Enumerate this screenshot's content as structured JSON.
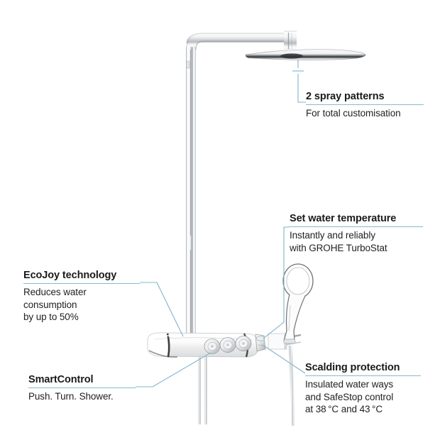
{
  "document": {
    "kind": "product-feature-diagram",
    "subject": "GROHE SmartControl shower system",
    "background_color": "#ffffff",
    "accent_color": "#7fb4cb",
    "heading_color": "#1a1a1a",
    "body_color": "#222222"
  },
  "product": {
    "parts": [
      {
        "name": "shower-head",
        "label": "overhead rain shower head"
      },
      {
        "name": "shower-arm",
        "label": "horizontal shower arm"
      },
      {
        "name": "riser-rail",
        "label": "vertical riser rail"
      },
      {
        "name": "thermostat-bar",
        "label": "SmartControl thermostat bar"
      },
      {
        "name": "control-button",
        "label": "push/turn control button",
        "count": 3
      },
      {
        "name": "temperature-knob",
        "label": "temperature control knob"
      },
      {
        "name": "hand-shower",
        "label": "hand shower"
      },
      {
        "name": "hand-shower-holder",
        "label": "hand shower holder"
      },
      {
        "name": "shower-hose",
        "label": "shower hose"
      }
    ]
  },
  "callouts": [
    {
      "id": "spray",
      "heading": "2 spray patterns",
      "body": "For total customisation",
      "anchor": "shower-head"
    },
    {
      "id": "temperature",
      "heading": "Set water temperature",
      "body": "Instantly and reliably\nwith GROHE TurboStat",
      "anchor": "temperature-knob"
    },
    {
      "id": "ecojoy",
      "heading": "EcoJoy technology",
      "body": "Reduces water\nconsumption\nby up to 50%",
      "anchor": "thermostat-bar"
    },
    {
      "id": "smartcontrol",
      "heading": "SmartControl",
      "body": "Push. Turn. Shower.",
      "anchor": "control-button"
    },
    {
      "id": "scalding",
      "heading": "Scalding protection",
      "body": "Insulated water ways\nand SafeStop control\nat 38 °C and 43 °C",
      "anchor": "temperature-knob"
    }
  ]
}
